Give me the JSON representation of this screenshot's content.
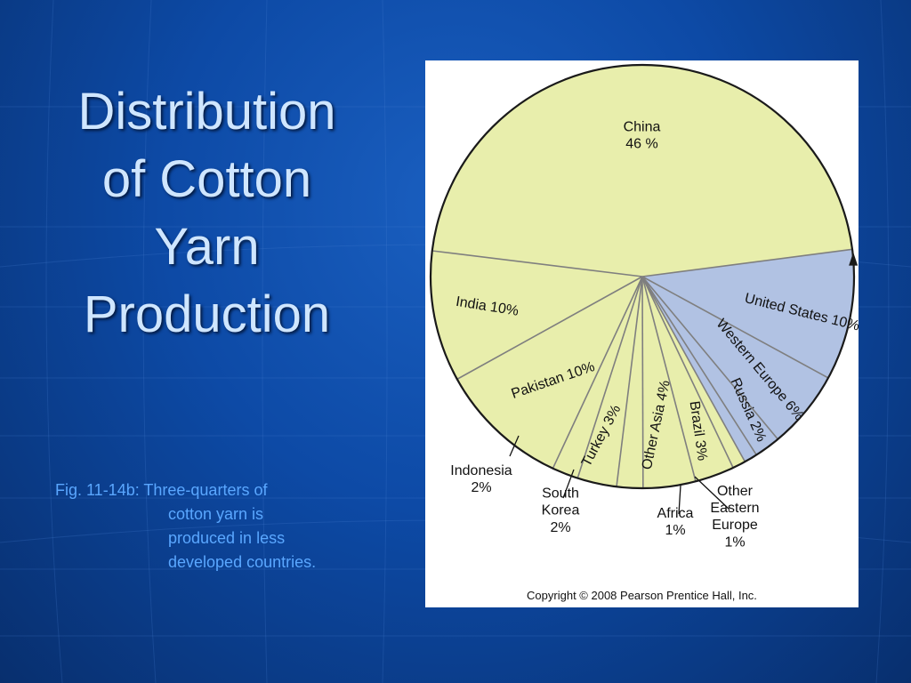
{
  "slide": {
    "title_lines": [
      "Distribution",
      "of Cotton",
      "Yarn",
      "Production"
    ],
    "caption_lines": [
      "Fig. 11-14b: Three-quarters of",
      "cotton yarn is",
      "produced in less",
      "developed countries."
    ]
  },
  "chart_data": {
    "type": "pie",
    "copyright": "Copyright © 2008 Pearson Prentice Hall, Inc.",
    "colors": {
      "less_developed": "#e8eeac",
      "more_developed": "#b1c2e3",
      "outline": "#1a1a1a",
      "divider": "#7f7f7f"
    },
    "slices": [
      {
        "lines": [
          "China",
          "46 %"
        ],
        "value": 46,
        "group": "less_developed"
      },
      {
        "lines": [
          "India 10%"
        ],
        "value": 10,
        "group": "less_developed"
      },
      {
        "lines": [
          "Pakistan 10%"
        ],
        "value": 10,
        "group": "less_developed"
      },
      {
        "lines": [
          "Indonesia",
          "2%"
        ],
        "value": 2,
        "group": "less_developed"
      },
      {
        "lines": [
          "Turkey 3%"
        ],
        "value": 3,
        "group": "less_developed"
      },
      {
        "lines": [
          "South",
          "Korea",
          "2%"
        ],
        "value": 2,
        "group": "less_developed"
      },
      {
        "lines": [
          "Other Asia 4%"
        ],
        "value": 4,
        "group": "less_developed"
      },
      {
        "lines": [
          "Brazil 3%"
        ],
        "value": 3,
        "group": "less_developed"
      },
      {
        "lines": [
          "Africa",
          "1%"
        ],
        "value": 1,
        "group": "less_developed"
      },
      {
        "lines": [
          "Other",
          "Eastern",
          "Europe",
          "1%"
        ],
        "value": 1,
        "group": "more_developed"
      },
      {
        "lines": [
          "Russia 2%"
        ],
        "value": 2,
        "group": "more_developed"
      },
      {
        "lines": [
          "Western Europe 6%"
        ],
        "value": 6,
        "group": "more_developed"
      },
      {
        "lines": [
          "United States 10%"
        ],
        "value": 10,
        "group": "more_developed"
      }
    ]
  }
}
